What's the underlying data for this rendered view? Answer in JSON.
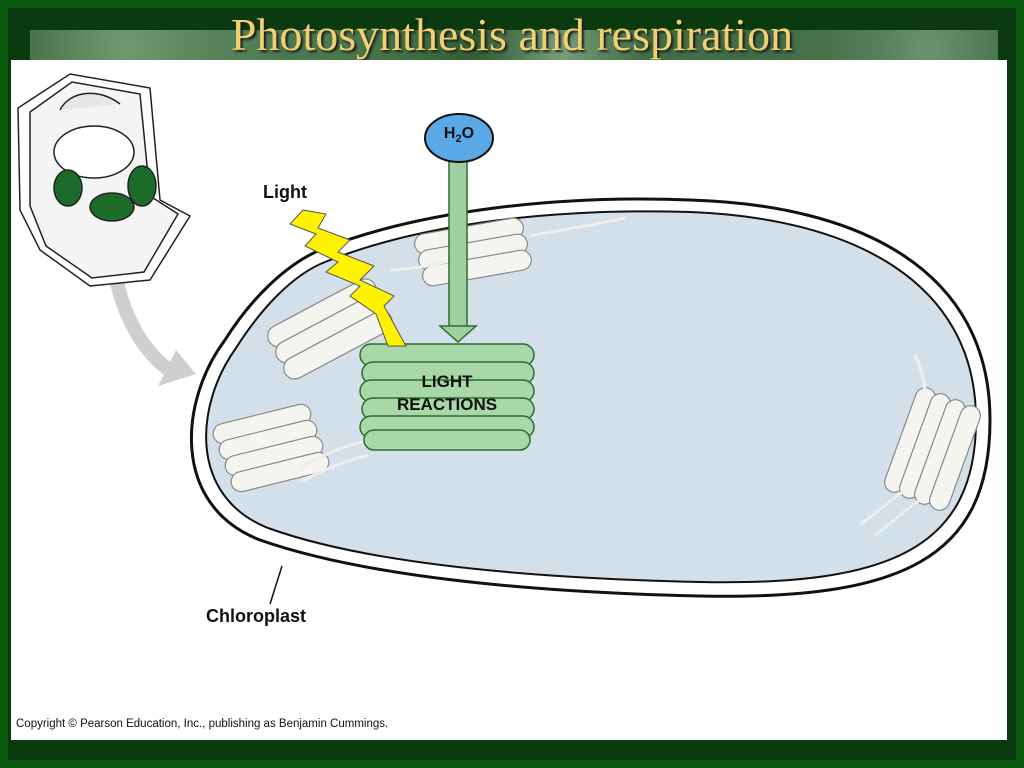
{
  "slide": {
    "title": "Photosynthesis and respiration",
    "copyright": "Copyright © Pearson Education, Inc., publishing as Benjamin Cummings."
  },
  "diagram": {
    "light_label": "Light",
    "h2o_label": {
      "main": "H",
      "sub": "2",
      "tail": "O"
    },
    "reaction_label_1": "LIGHT",
    "reaction_label_2": "REACTIONS",
    "chloroplast_label": "Chloroplast"
  },
  "colors": {
    "background_green": "#0a5a10",
    "title_gold": "#f0d070",
    "chloroplast_fill": "#d3e0ea",
    "light_reactions_green": "#a8d8a8",
    "h2o_blue": "#5aa8e6",
    "arrow_green": "#9fd09f",
    "lightning_yellow": "#fff200"
  }
}
